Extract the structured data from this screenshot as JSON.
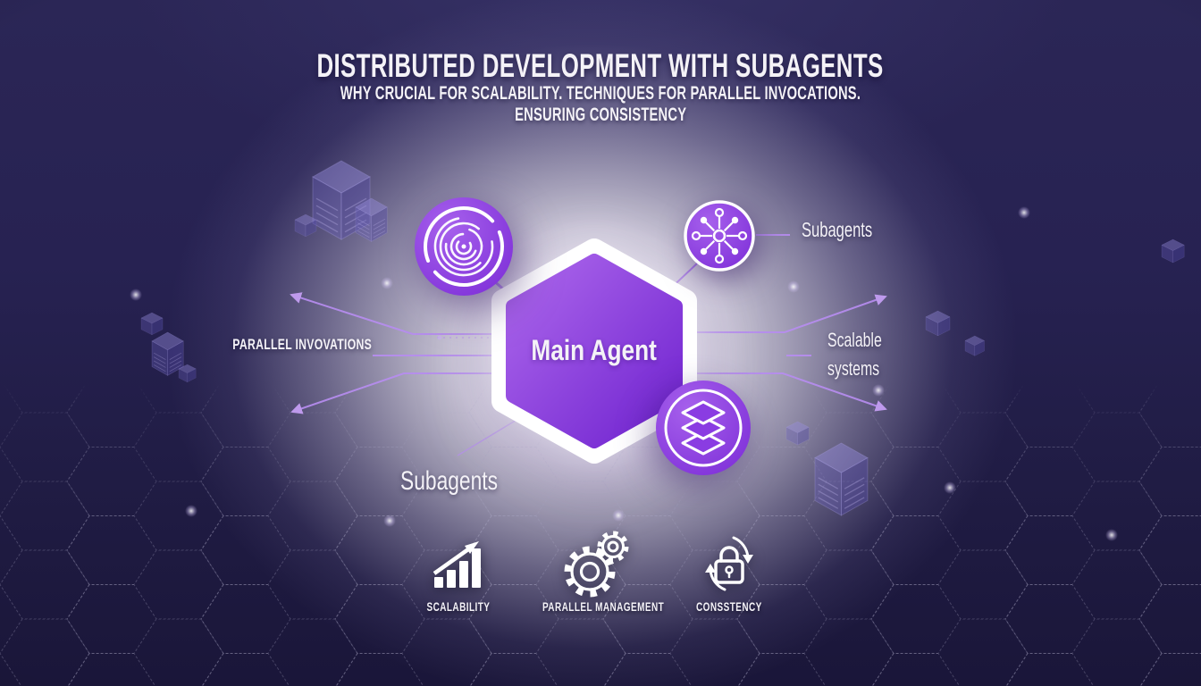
{
  "header": {
    "title": "DISTRIBUTED DEVELOPMENT WITH SUBAGENTS",
    "subtitle_line1": "WHY CRUCIAL FOR SCALABILITY. TECHNIQUES FOR PARALLEL INVOCATIONS.",
    "subtitle_line2": "ENSURING CONSISTENCY"
  },
  "diagram": {
    "center_node": {
      "label": "Main Agent"
    },
    "satellite_nodes": [
      {
        "id": "identity-node",
        "icon": "fingerprint-icon"
      },
      {
        "id": "subagents-hub-node",
        "icon": "network-hub-icon",
        "label": "Subagents"
      },
      {
        "id": "layers-node",
        "icon": "layers-stack-icon"
      }
    ],
    "annotations": {
      "left_label": "PARALLEL INVOVATIONS",
      "right_label_line1": "Scalable",
      "right_label_line2": "systems",
      "bottom_label": "Subagents"
    }
  },
  "features": [
    {
      "icon": "growth-chart-icon",
      "label": "SCALABILITY"
    },
    {
      "icon": "gears-icon",
      "label": "PARALLEL MANAGEMENT"
    },
    {
      "icon": "lock-refresh-icon",
      "label": "CONSSTENCY"
    }
  ],
  "colors": {
    "background_dark": "#272252",
    "background_deep": "#1a1639",
    "center_glow": "#ece9f1",
    "node_purple_light": "#a660ec",
    "node_purple_dark": "#7326d2",
    "accent_line": "#b78df0",
    "text_light": "#f4f2f7"
  }
}
